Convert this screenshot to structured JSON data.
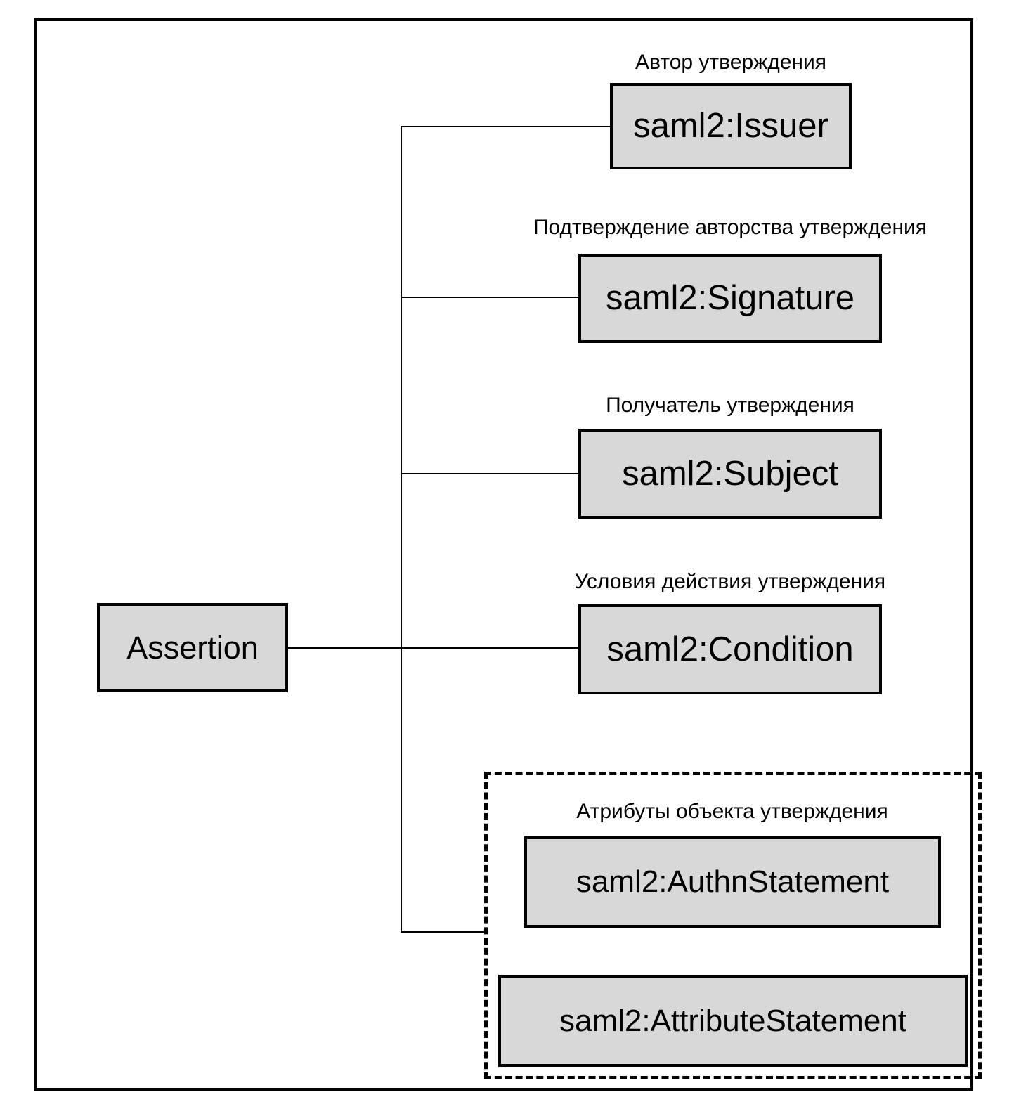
{
  "diagram": {
    "type": "hierarchy-tree",
    "root": {
      "id": "assertion",
      "label": "Assertion"
    },
    "children": [
      {
        "id": "issuer",
        "caption": "Автор утверждения",
        "label": "saml2:Issuer"
      },
      {
        "id": "signature",
        "caption": "Подтверждение авторства утверждения",
        "label": "saml2:Signature"
      },
      {
        "id": "subject",
        "caption": "Получатель утверждения",
        "label": "saml2:Subject"
      },
      {
        "id": "condition",
        "caption": "Условия действия утверждения",
        "label": "saml2:Condition"
      }
    ],
    "group": {
      "id": "statements",
      "caption": "Атрибуты объекта утверждения",
      "style": "dashed",
      "members": [
        {
          "id": "authn-statement",
          "label": "saml2:AuthnStatement"
        },
        {
          "id": "attribute-statement",
          "label": "saml2:AttributeStatement"
        }
      ]
    },
    "colors": {
      "box_fill": "#d8d8d8",
      "box_stroke": "#000000",
      "connector": "#000000",
      "background": "#ffffff",
      "text": "#000000"
    }
  }
}
